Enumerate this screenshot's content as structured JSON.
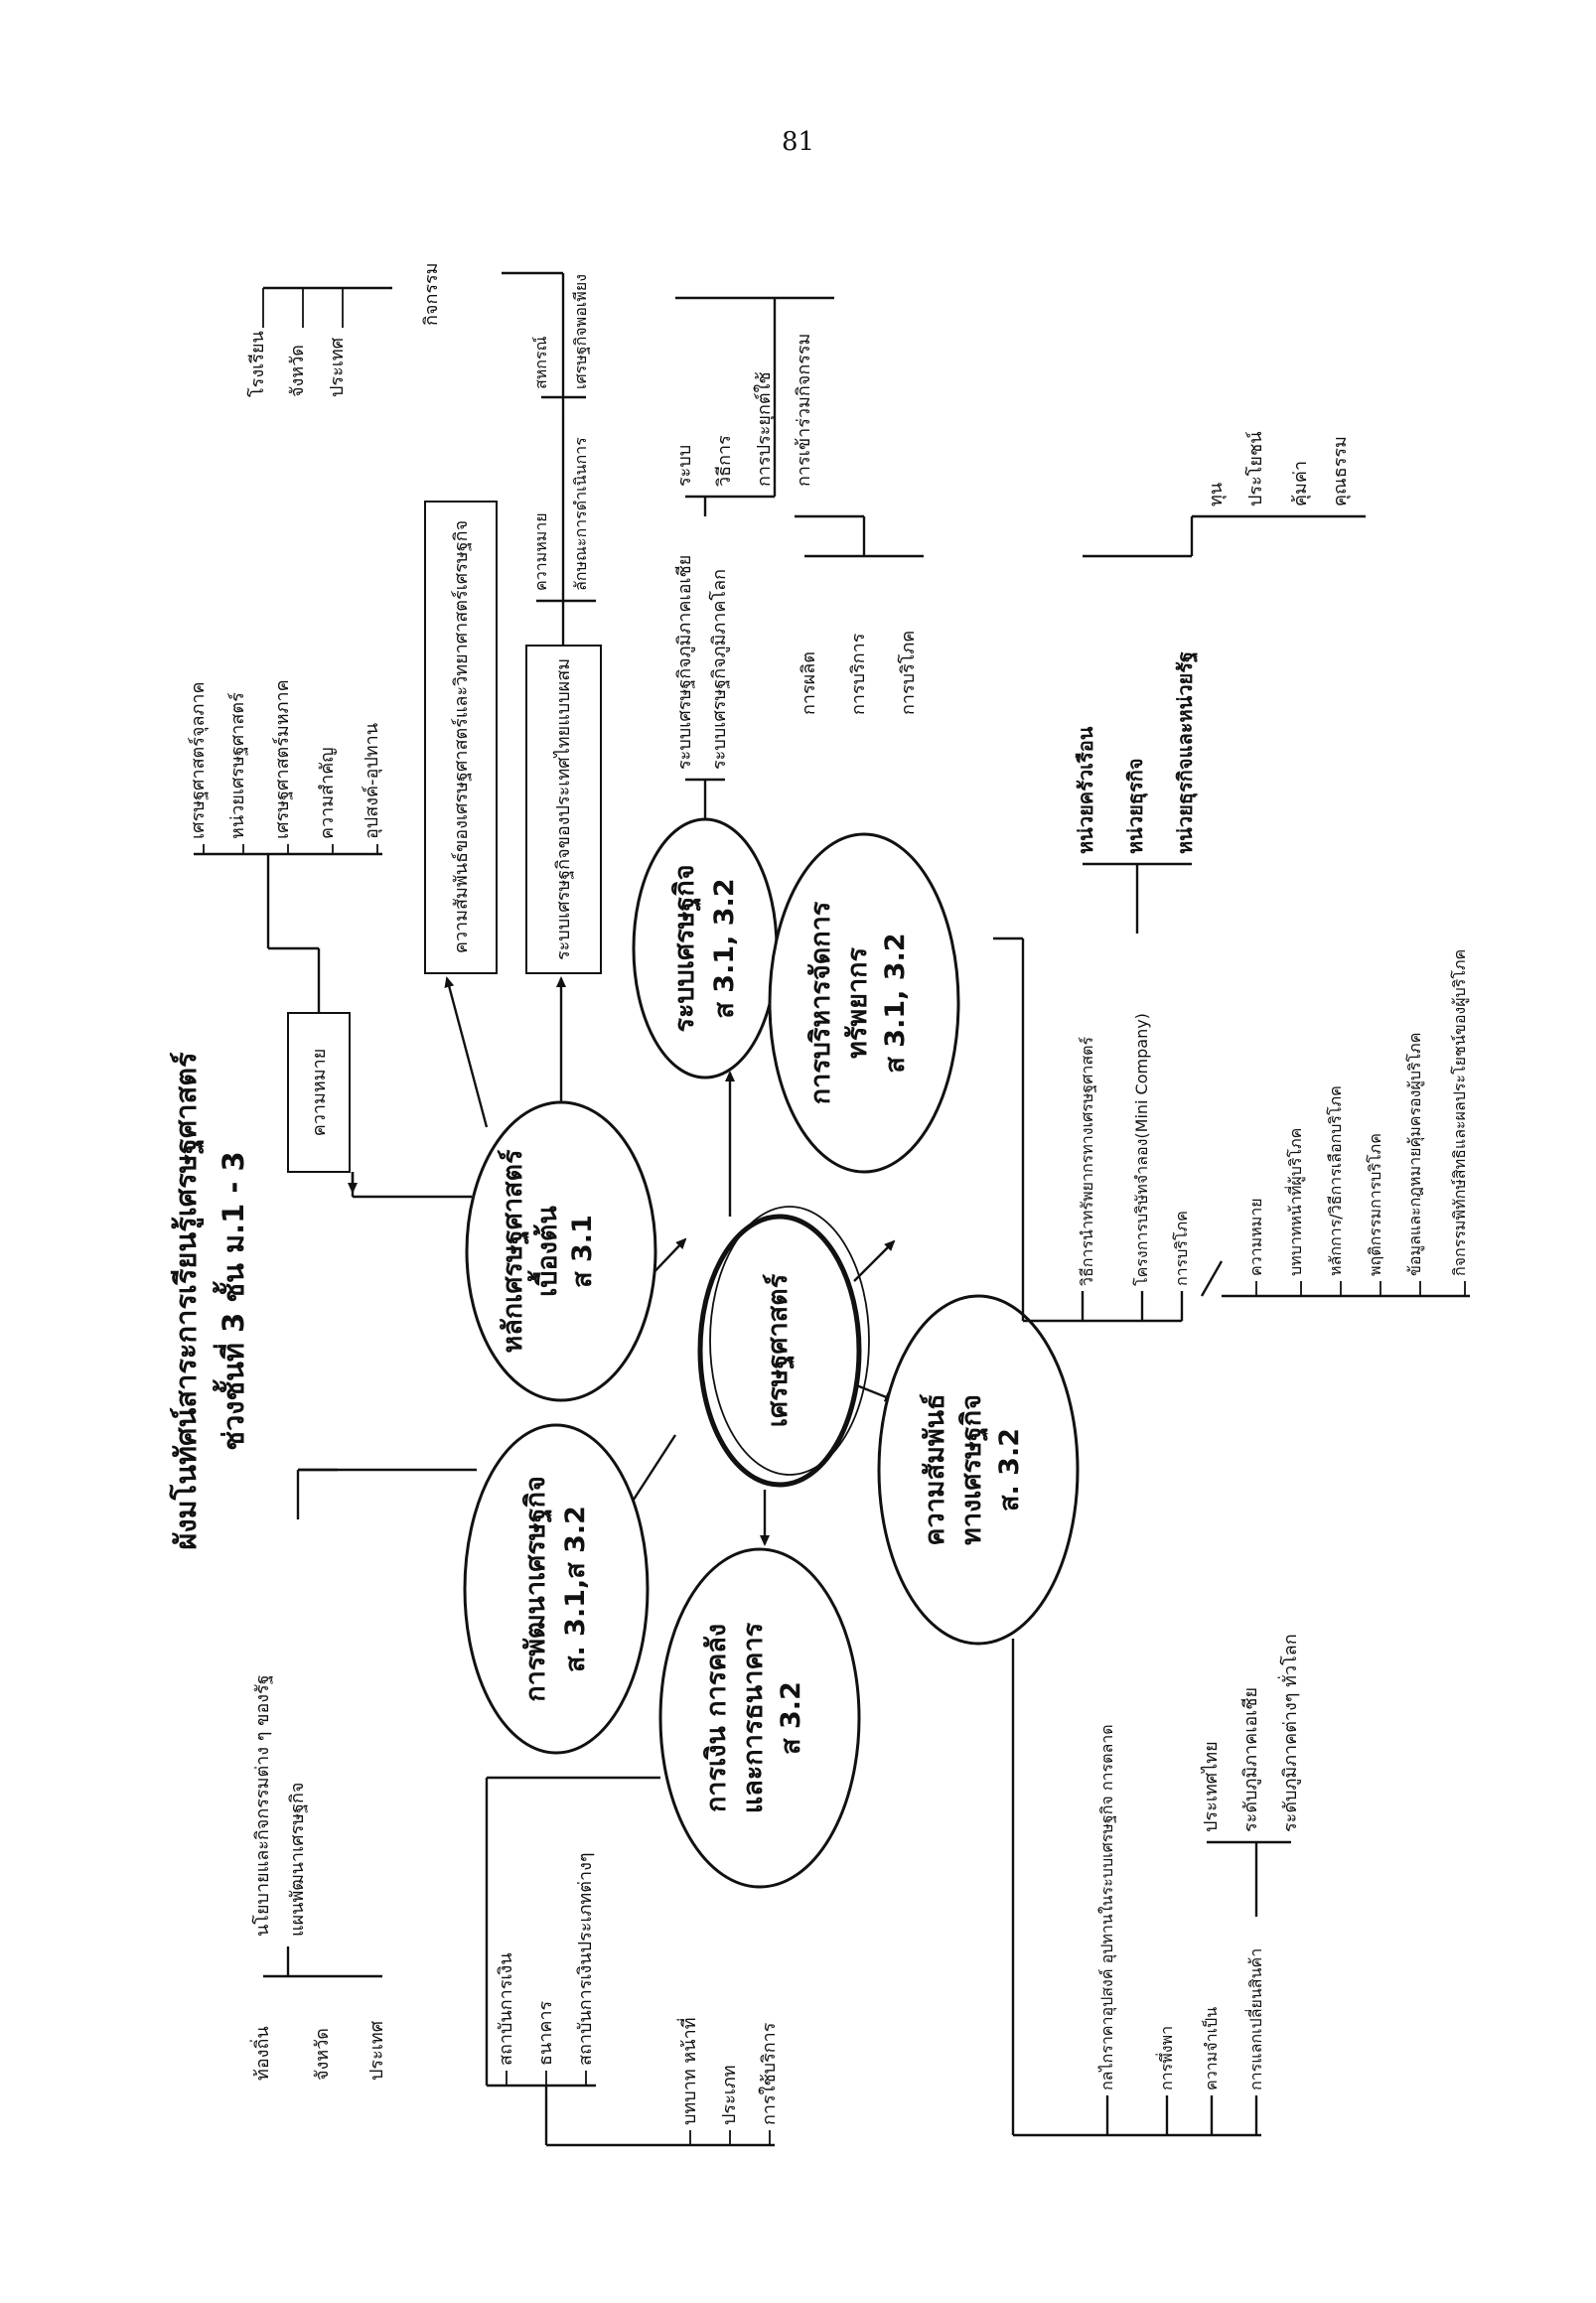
{
  "page_number": "81",
  "title": {
    "line1": "ผังมโนทัศน์สาระการเรียนรู้เศรษฐศาสตร์",
    "line2": "ช่วงชั้นที่  3  ชั้น  ม.1 - 3"
  },
  "center": "เศรษฐศาสตร์",
  "nodes": {
    "basic": {
      "l1": "หลักเศรษฐศาสตร์",
      "l2": "เบื้องต้น",
      "l3": "ส 3.1"
    },
    "system": {
      "l1": "ระบบเศรษฐกิจ",
      "l2": "ส 3.1, 3.2"
    },
    "resource": {
      "l1": "การบริหารจัดการ",
      "l2": "ทรัพยากร",
      "l3": "ส 3.1, 3.2"
    },
    "relation": {
      "l1": "ความสัมพันธ์",
      "l2": "ทางเศรษฐกิจ",
      "l3": "ส. 3.2"
    },
    "finance": {
      "l1": "การเงิน การคลัง",
      "l2": "และการธนาคาร",
      "l3": "ส 3.2"
    },
    "develop": {
      "l1": "การพัฒนาเศรษฐกิจ",
      "l2": "ส. 3.1,ส 3.2"
    }
  },
  "basic_branch": {
    "meaning_box": "ความหมาย",
    "meaning_items": [
      "เศรษฐศาสตร์จุลภาค",
      "หน่วยเศรษฐศาสตร์",
      "เศรษฐศาสตร์มหภาค",
      "ความสำคัญ",
      "อุปสงค์-อุปทาน"
    ],
    "relation_box": "ความสัมพันธ์ของเศรษฐศาสตร์และวิทยาศาสตร์เศรษฐกิจ",
    "thai_system_box": "ระบบเศรษฐกิจของประเทศไทยแบบผสม",
    "thai_system_sub": [
      "ความหมาย",
      "ลักษณะการดำเนินการ"
    ],
    "coop_items": [
      "สหกรณ์",
      "เศรษฐกิจพอเพียง"
    ],
    "activity_label": "กิจกรรม",
    "activity_items": [
      "โรงเรียน",
      "จังหวัด",
      "ประเทศ"
    ]
  },
  "system_branch": {
    "items": [
      "ระบบเศรษฐกิจภูมิภาคเอเชีย",
      "ระบบเศรษฐกิจภูมิภาคโลก"
    ],
    "sub_items": [
      "ระบบ",
      "วิธีการ",
      "การประยุกต์ใช้",
      "การเข้าร่วมกิจกรรม"
    ],
    "production": [
      "การผลิต",
      "การบริการ",
      "การบริโภค"
    ]
  },
  "resource_branch": {
    "units": [
      "หน่วยครัวเรือน",
      "หน่วยธุรกิจ",
      "หน่วยธุรกิจและหน่วยรัฐ"
    ],
    "unit_sub": [
      "ทุน",
      "ประโยชน์",
      "คุ้มค่า",
      "คุณธรรม"
    ],
    "items": [
      "วิธีการนำทรัพยากรทางเศรษฐศาสตร์",
      "โครงการบริษัทจำลอง(Mini Company)",
      "การบริโภค"
    ],
    "consume_items": [
      "ความหมาย",
      "บทบาทหน้าที่ผู้บริโภค",
      "หลักการ/วิธีการเลือกบริโภค",
      "พฤติกรรมการบริโภค",
      "ข้อมูลและกฎหมายคุ้มครองผู้บริโภค",
      "กิจกรรมพิทักษ์สิทธิและผลประโยชน์ของผู้บริโภค"
    ]
  },
  "relation_branch": {
    "items": [
      "กลไกราคาอุปสงค์ อุปทานในระบบเศรษฐกิจ การตลาด",
      "การพึ่งพา",
      "ความจำเป็น",
      "การแลกเปลี่ยนสินค้า"
    ],
    "trade_items": [
      "ประเทศไทย",
      "ระดับภูมิภาคเอเชีย",
      "ระดับภูมิภาคต่างๆ ทั่วโลก"
    ]
  },
  "finance_branch": {
    "group1": [
      "สถาบันการเงิน",
      "ธนาคาร",
      "สถาบันการเงินประเภทต่างๆ"
    ],
    "group2": [
      "บทบาท หน้าที่",
      "ประเภท",
      "การใช้บริการ"
    ]
  },
  "develop_branch": {
    "items": [
      "นโยบายและกิจกรรมต่าง ๆ ของรัฐ",
      "แผนพัฒนาเศรษฐกิจ"
    ],
    "levels": [
      "ท้องถิ่น",
      "จังหวัด",
      "ประเทศ"
    ]
  }
}
